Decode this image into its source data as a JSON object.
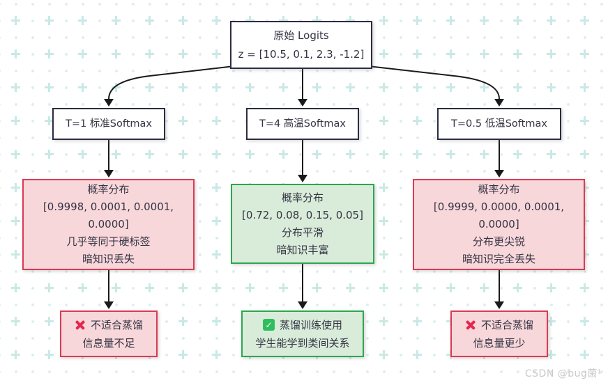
{
  "flow": {
    "root": {
      "title": "原始 Logits",
      "value": "z = [10.5, 0.1, 2.3, -1.2]"
    },
    "branches": [
      {
        "name": "T=1 标准Softmax",
        "result_lines": [
          "概率分布",
          "[0.9998, 0.0001, 0.0001,",
          "0.0000]",
          "几乎等同于硬标签",
          "暗知识丢失"
        ],
        "verdict_icon": "cross",
        "verdict_line1": "不适合蒸馏",
        "verdict_line2": "信息量不足"
      },
      {
        "name": "T=4 高温Softmax",
        "result_lines": [
          "概率分布",
          "[0.72, 0.08, 0.15, 0.05]",
          "分布平滑",
          "暗知识丰富"
        ],
        "verdict_icon": "check",
        "verdict_line1": "蒸馏训练使用",
        "verdict_line2": "学生能学到类间关系"
      },
      {
        "name": "T=0.5 低温Softmax",
        "result_lines": [
          "概率分布",
          "[0.9999, 0.0000, 0.0001,",
          "0.0000]",
          "分布更尖锐",
          "暗知识完全丢失"
        ],
        "verdict_icon": "cross",
        "verdict_line1": "不适合蒸馏",
        "verdict_line2": "信息量更少"
      }
    ]
  },
  "icons": {
    "check_glyph": "✓"
  },
  "watermark": "CSDN @bug菌¹",
  "colors": {
    "node_border": "#2b2b42",
    "node_text": "#343444",
    "negative_bg": "#f8d7da",
    "negative_border": "#dc3a52",
    "positive_bg": "#d9ecd9",
    "positive_border": "#2aa84e",
    "cross_icon": "#e4274e",
    "check_icon_bg": "#2fbe5f",
    "arrow": "#1a1a1a",
    "pattern_dot": "#d8efee",
    "pattern_plus": "#c9e9e6",
    "watermark_text": "#c9c9c9"
  }
}
